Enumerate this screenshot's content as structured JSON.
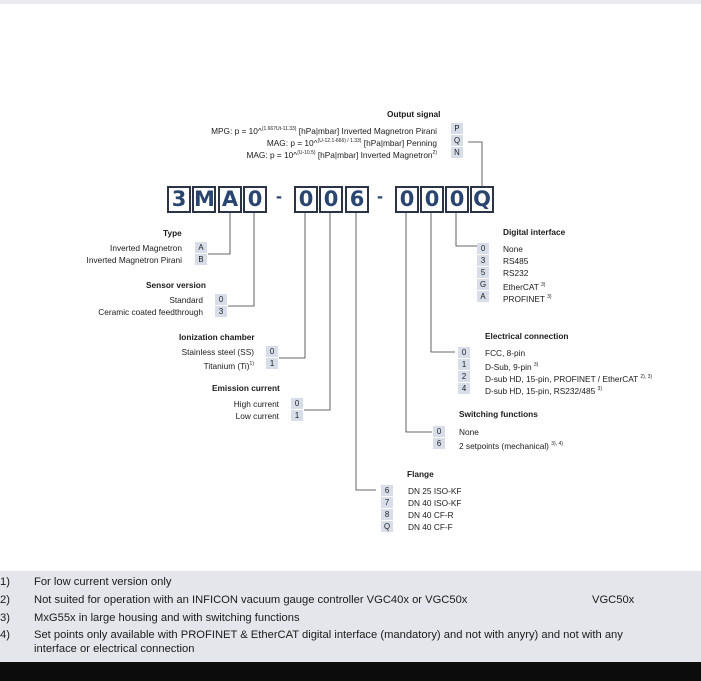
{
  "output_signal": {
    "heading": "Output signal",
    "rows": [
      {
        "prefix": "MPG:",
        "formula": "p = 10^",
        "exponent": "(1.667Ut-11.33)",
        "unit": "[hPa|mbar]",
        "desc": "Inverted Magnetron Pirani",
        "code": "P"
      },
      {
        "prefix": "MAG:",
        "formula": "p = 10^",
        "exponent": "(U-12.1-666) / 1.33)",
        "unit": "[hPa|mbar]",
        "desc": "Penning",
        "code": "Q"
      },
      {
        "prefix": "MAG:",
        "formula": "p = 10^",
        "exponent": "(U-10.5)",
        "unit": "[hPa|mbar]",
        "desc": "Inverted Magnetron",
        "sup": "2)",
        "code": "N"
      }
    ]
  },
  "part_number": {
    "group1": [
      "3",
      "M",
      "A",
      "0"
    ],
    "sep1": "-",
    "group2": [
      "0",
      "0",
      "6"
    ],
    "sep2": "-",
    "group3": [
      "0",
      "0",
      "0",
      "Q"
    ]
  },
  "type": {
    "heading": "Type",
    "rows": [
      {
        "label": "Inverted Magnetron",
        "code": "A"
      },
      {
        "label": "Inverted Magnetron Pirani",
        "code": "B"
      }
    ]
  },
  "sensor_version": {
    "heading": "Sensor version",
    "rows": [
      {
        "label": "Standard",
        "code": "0"
      },
      {
        "label": "Ceramic coated feedthrough",
        "code": "3"
      }
    ]
  },
  "ionization_chamber": {
    "heading": "Ionization chamber",
    "rows": [
      {
        "label": "Stainless steel (SS)",
        "code": "0"
      },
      {
        "label": "Titanium (Ti)",
        "sup": "1)",
        "code": "1"
      }
    ]
  },
  "emission_current": {
    "heading": "Emission current",
    "rows": [
      {
        "label": "High current",
        "code": "0"
      },
      {
        "label": "Low current",
        "code": "1"
      }
    ]
  },
  "flange": {
    "heading": "Flange",
    "rows": [
      {
        "code": "6",
        "label": "DN 25 ISO-KF"
      },
      {
        "code": "7",
        "label": "DN 40 ISO-KF"
      },
      {
        "code": "8",
        "label": "DN 40 CF-R"
      },
      {
        "code": "Q",
        "label": "DN 40 CF-F"
      }
    ]
  },
  "digital_interface": {
    "heading": "Digital interface",
    "rows": [
      {
        "code": "0",
        "label": "None"
      },
      {
        "code": "3",
        "label": "RS485"
      },
      {
        "code": "5",
        "label": "RS232"
      },
      {
        "code": "G",
        "label": "EtherCAT",
        "sup": "3)"
      },
      {
        "code": "A",
        "label": "PROFINET",
        "sup": "3)"
      }
    ]
  },
  "electrical_connection": {
    "heading": "Electrical connection",
    "rows": [
      {
        "code": "0",
        "label": "FCC, 8-pin"
      },
      {
        "code": "1",
        "label": "D-Sub, 9-pin",
        "sup": "3)"
      },
      {
        "code": "2",
        "label": "D-sub HD, 15-pin, PROFINET / EtherCAT",
        "sup": "2), 3)"
      },
      {
        "code": "4",
        "label": "D-sub HD, 15-pin, RS232/485",
        "sup": "3)"
      }
    ]
  },
  "switching_functions": {
    "heading": "Switching functions",
    "rows": [
      {
        "code": "0",
        "label": "None"
      },
      {
        "code": "6",
        "label": "2 setpoints (mechanical)",
        "sup": "3), 4)"
      }
    ]
  },
  "notes": [
    {
      "num": "1)",
      "text": "For low current version only"
    },
    {
      "num": "2)",
      "text": "Not suited for operation with an INFICON vacuum gauge controller VGC40x or VGC50x",
      "extra": "VGC50x"
    },
    {
      "num": "3)",
      "text": "MxG55x in large housing and with switching functions"
    },
    {
      "num": "4)",
      "text": "Set points only available with PROFINET & EtherCAT digital interface (mandatory) and not with anyry) and not with any",
      "text2": "interface or electrical connection"
    }
  ]
}
